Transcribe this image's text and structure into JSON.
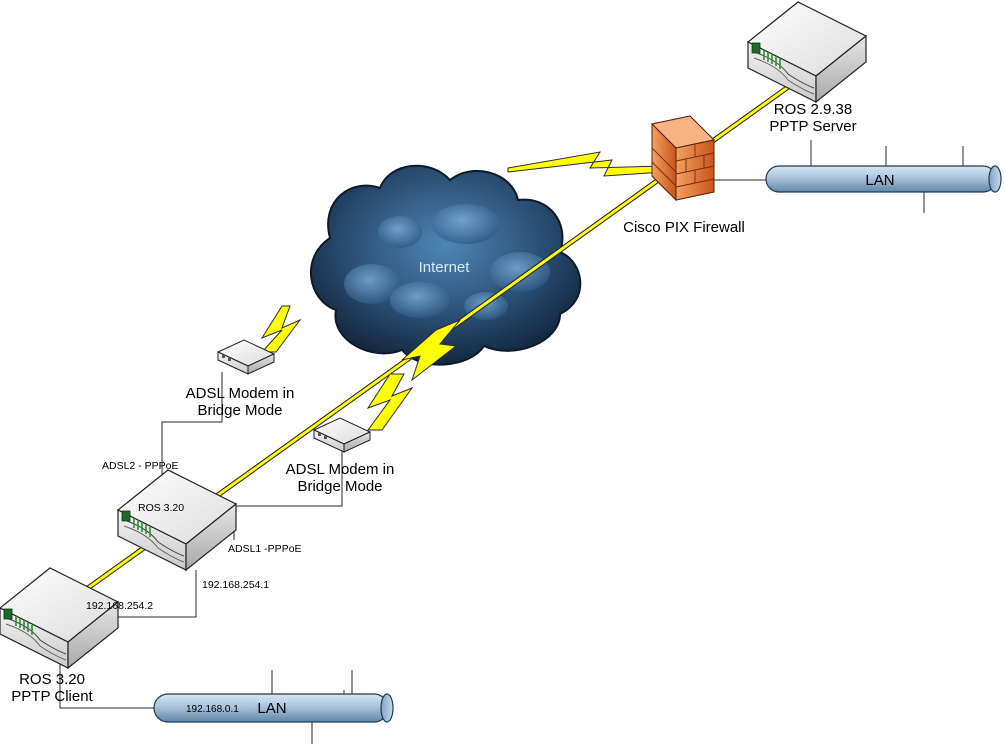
{
  "nodes": {
    "pptp_server": {
      "version": "ROS 2.9.38",
      "role": "PPTP Server"
    },
    "firewall": {
      "label": "Cisco PIX Firewall"
    },
    "internet": {
      "label": "Internet"
    },
    "modem_top": {
      "line1": "ADSL Modem in",
      "line2": "Bridge Mode"
    },
    "modem_bottom": {
      "line1": "ADSL Modem in",
      "line2": "Bridge Mode"
    },
    "router_middle": {
      "label": "ROS 3.20"
    },
    "pptp_client": {
      "version": "ROS 3.20",
      "role": "PPTP Client"
    }
  },
  "links": {
    "adsl2": "ADSL2 - PPPoE",
    "adsl1": "ADSL1 -PPPoE",
    "ip_router": "192.168.254.1",
    "ip_client": "192.168.254.2"
  },
  "lans": {
    "server_lan": {
      "label": "LAN"
    },
    "client_lan": {
      "label": "LAN",
      "ip": "192.168.0.1"
    }
  },
  "colors": {
    "tunnel": "#ffff00",
    "lightning": "#ffff00",
    "lan_pipe": "#a9c4dc",
    "cloud": "#1b3552",
    "firewall": "#e8742a",
    "device_body": "#f2f2f2",
    "device_panel": "#2e8b3a"
  }
}
